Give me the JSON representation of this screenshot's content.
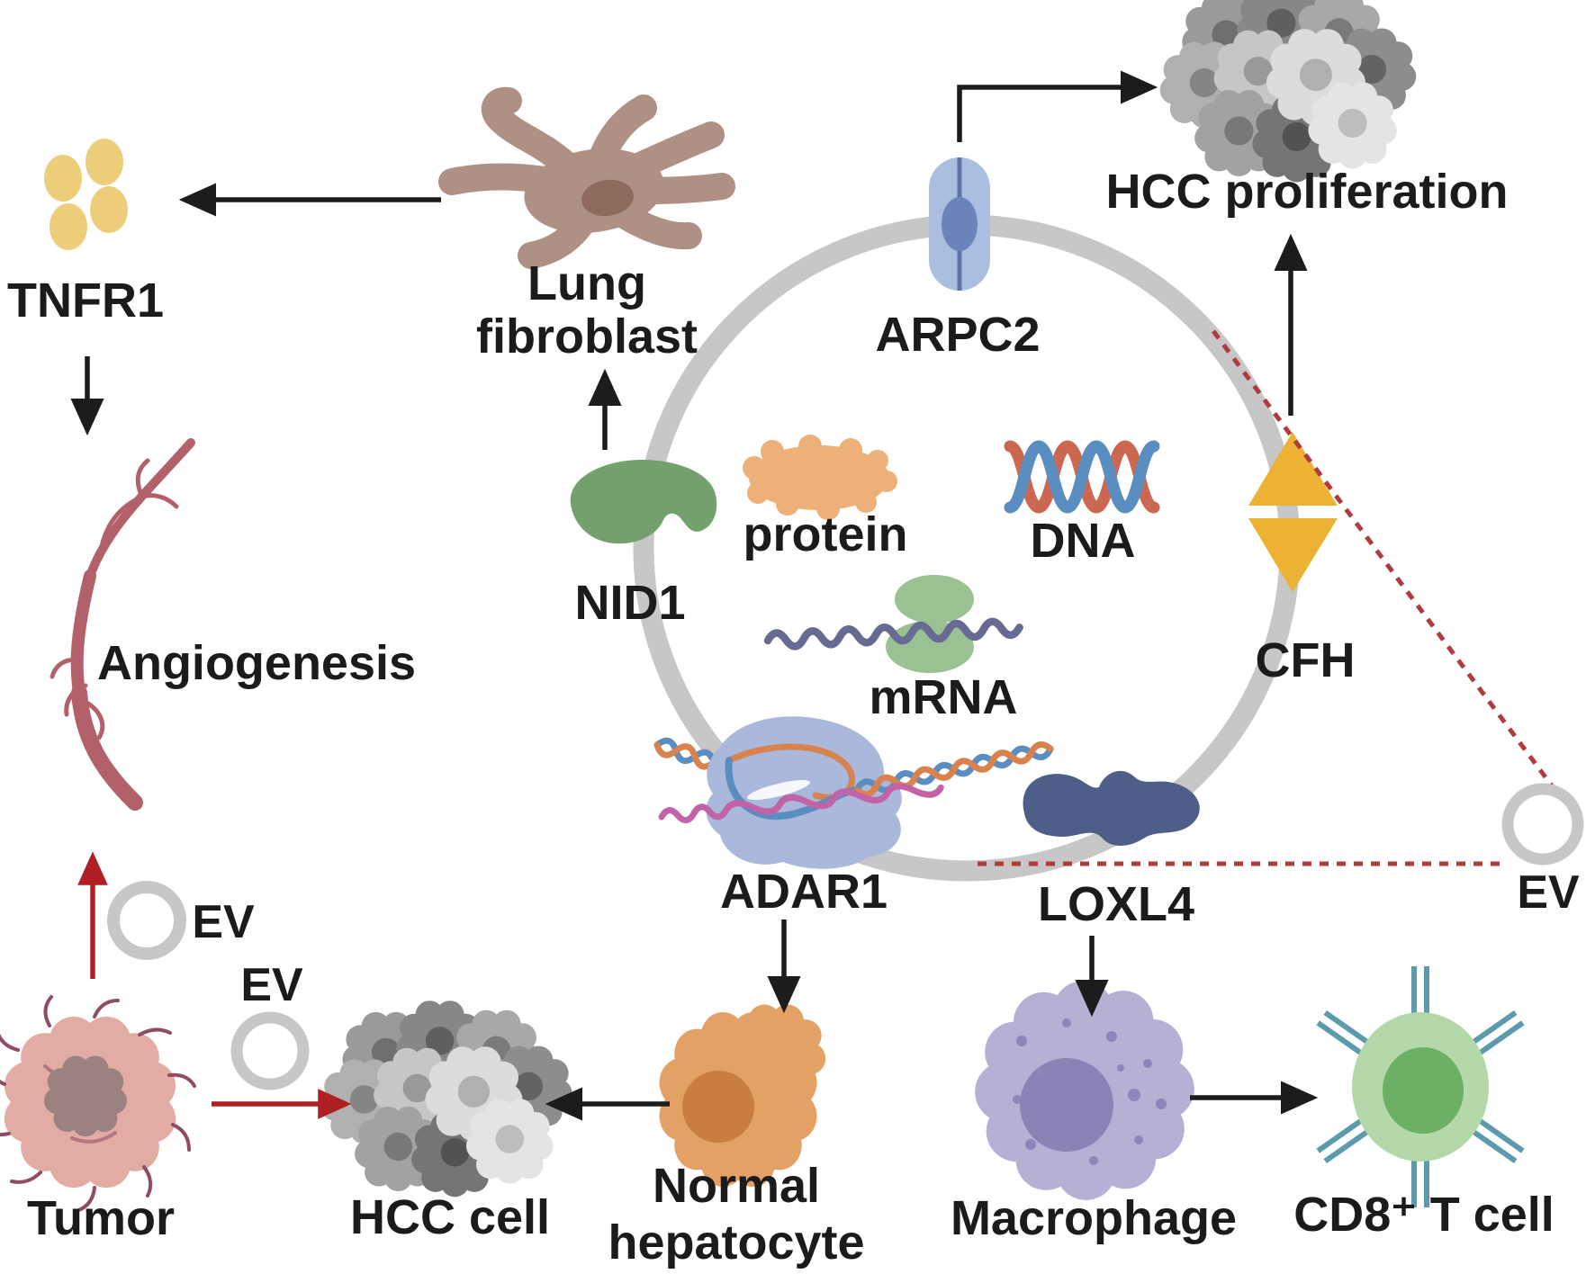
{
  "labels": {
    "tnfr1": "TNFR1",
    "lung_fibroblast_line1": "Lung",
    "lung_fibroblast_line2": "fibroblast",
    "angiogenesis": "Angiogenesis",
    "arpc2": "ARPC2",
    "hcc_proliferation": "HCC proliferation",
    "protein": "protein",
    "dna": "DNA",
    "mrna": "mRNA",
    "nid1": "NID1",
    "adar1": "ADAR1",
    "cfh": "CFH",
    "loxl4": "LOXL4",
    "ev_top": "EV",
    "ev_mid": "EV",
    "ev_right": "EV",
    "tumor": "Tumor",
    "hcc_cell": "HCC cell",
    "normal_hepatocyte_line1": "Normal",
    "normal_hepatocyte_line2": "hepatocyte",
    "macrophage": "Macrophage",
    "cd8_t_cell": "CD8⁺ T cell"
  },
  "colors": {
    "text": "#1b1b1b",
    "membrane_gray": "#c9c9c9",
    "ev_ring_gray": "#c7c7c7",
    "black_arrow": "#1c1c1c",
    "red_arrow": "#b01f24",
    "red_dashed": "#b03a3e",
    "tnfr1_yellow": "#ecce7a",
    "fibroblast_body": "#ae9184",
    "fibroblast_nucleus": "#8e6a5d",
    "nid1_green": "#74a06d",
    "arpc2_light_blue": "#aabedf",
    "arpc2_dark_blue": "#6d84bb",
    "protein_orange": "#edb078",
    "dna_blue": "#5a8dc0",
    "dna_red": "#cc6852",
    "mrna_green": "#99c192",
    "mrna_strand": "#676a93",
    "adar1_blue": "#aab8dc",
    "adar1_strand_orange": "#d8834e",
    "adar1_strand_pink": "#c263a8",
    "cfh_gold": "#edb233",
    "loxl4_slate": "#4d5e88",
    "angiogenesis_red": "#b2616b",
    "tumor_pink": "#e2aca4",
    "tumor_nucleus": "#9b8281",
    "hepatocyte_orange": "#e3a165",
    "hepatocyte_nucleus": "#c87e41",
    "macrophage_lavender": "#b6b0d5",
    "macrophage_nucleus": "#8b82b6",
    "cd8_body_green": "#b4d8a9",
    "cd8_nucleus_green": "#6bb065",
    "cd8_spike_teal": "#5b9bab"
  }
}
